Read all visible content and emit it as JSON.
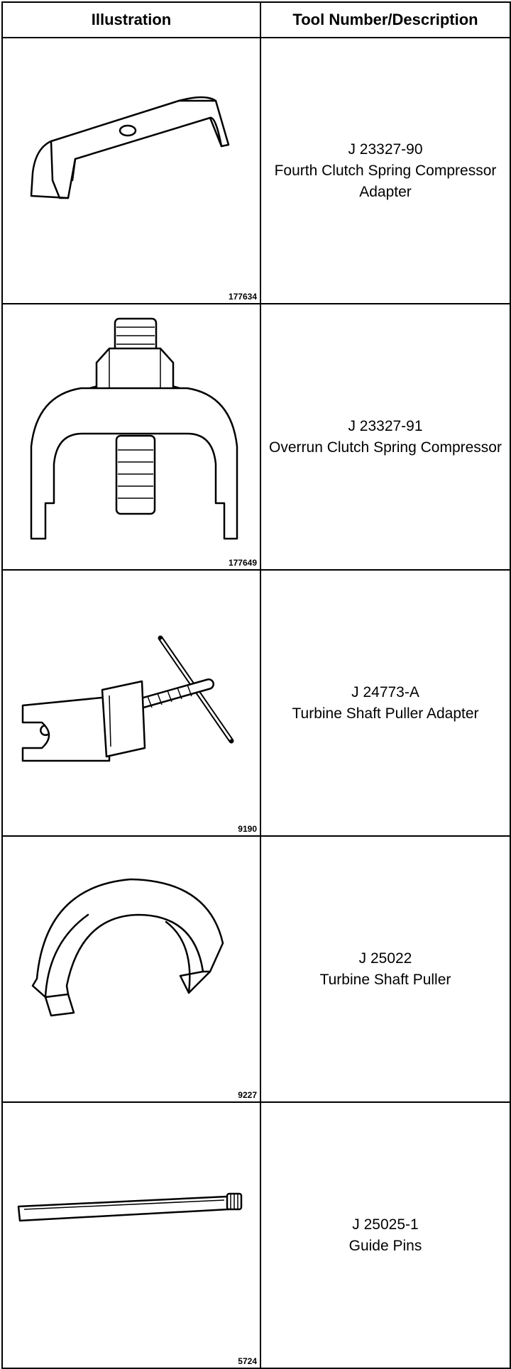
{
  "header": {
    "illustration": "Illustration",
    "tool_description": "Tool Number/Description"
  },
  "rows": [
    {
      "figure": "177634",
      "tool_number": "J 23327-90",
      "description": "Fourth Clutch Spring Compressor Adapter",
      "icon": "spring-compressor-adapter-icon"
    },
    {
      "figure": "177649",
      "tool_number": "J 23327-91",
      "description": "Overrun Clutch Spring Compressor",
      "icon": "spring-compressor-icon"
    },
    {
      "figure": "9190",
      "tool_number": "J 24773-A",
      "description": "Turbine Shaft Puller Adapter",
      "icon": "puller-adapter-icon"
    },
    {
      "figure": "9227",
      "tool_number": "J 25022",
      "description": "Turbine Shaft Puller",
      "icon": "horseshoe-puller-icon"
    },
    {
      "figure": "5724",
      "tool_number": "J 25025-1",
      "description": "Guide Pins",
      "icon": "guide-pin-icon"
    }
  ]
}
